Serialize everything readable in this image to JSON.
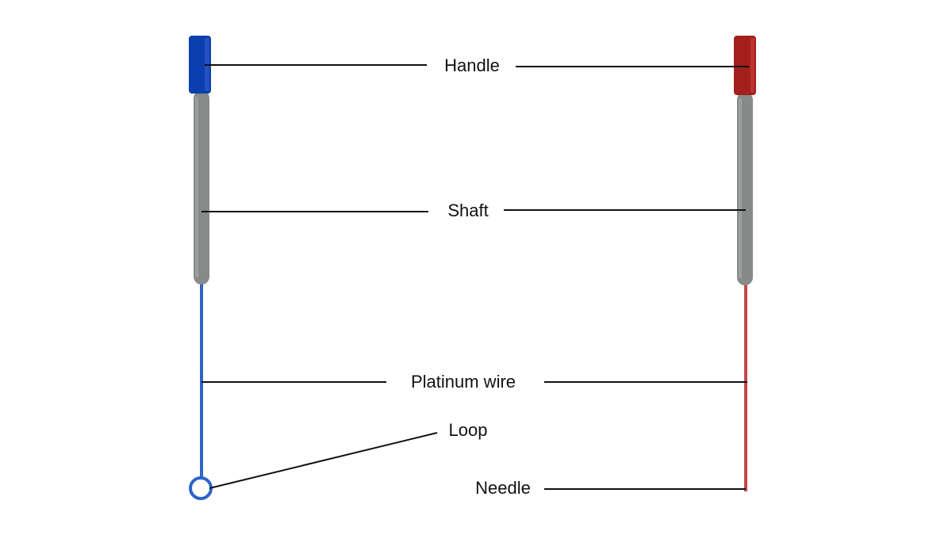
{
  "labels": {
    "handle": "Handle",
    "shaft": "Shaft",
    "platinum_wire": "Platinum wire",
    "loop": "Loop",
    "needle": "Needle"
  },
  "colors": {
    "loop_handle": "#0a3fad",
    "loop_wire": "#2d64c8",
    "needle_handle": "#a3201c",
    "needle_wire": "#c4474a",
    "shaft": "#868a88",
    "leader": "#111111",
    "background": "#ffffff"
  }
}
